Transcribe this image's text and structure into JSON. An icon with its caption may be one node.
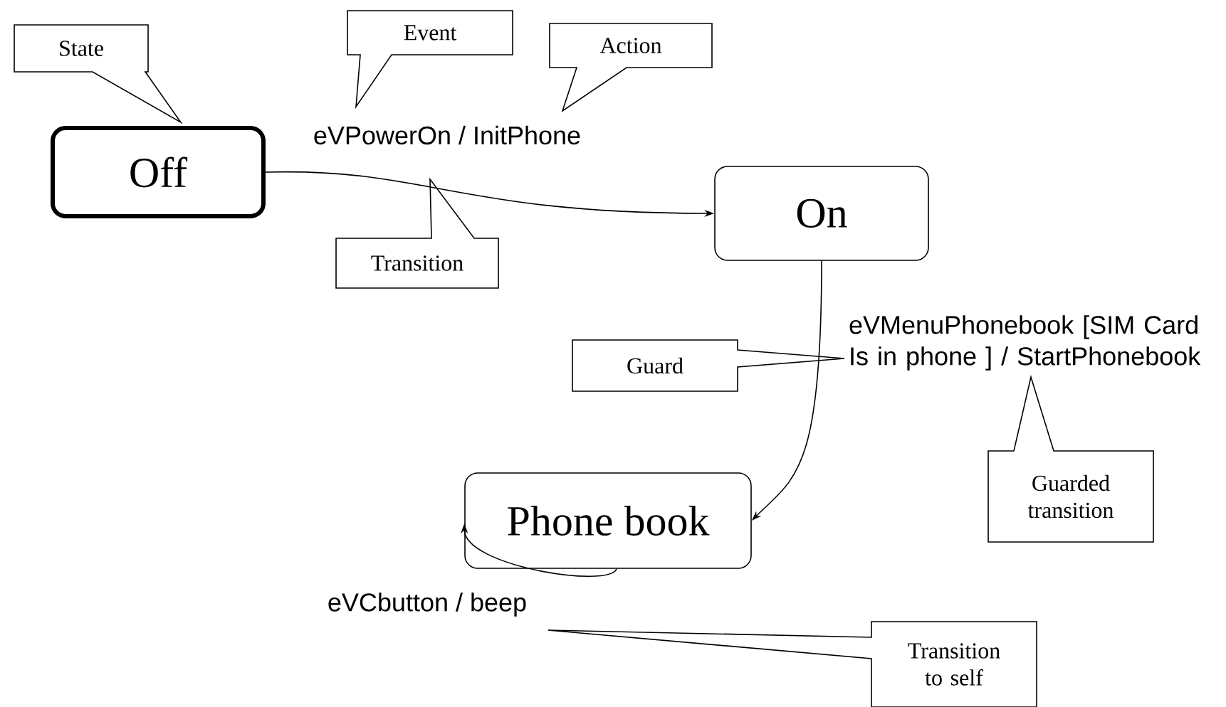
{
  "diagram": {
    "nodes": [
      {
        "text": [
          "Off"
        ]
      },
      {
        "text": [
          "On"
        ]
      },
      {
        "text": [
          "Phone book"
        ]
      },
      {
        "text": [
          "State"
        ]
      },
      {
        "text": [
          "Event"
        ]
      },
      {
        "text": [
          "Action"
        ]
      },
      {
        "text": [
          "Transition"
        ]
      },
      {
        "text": [
          "Guard"
        ]
      },
      {
        "text": [
          "Guarded transition"
        ]
      },
      {
        "text": [
          "Transition to self"
        ]
      }
    ],
    "edges": [
      {
        "from": 0,
        "to": 1,
        "arrow": "to",
        "label": "eVPowerOn / InitPhone"
      },
      {
        "from": 1,
        "to": 2,
        "arrow": "to",
        "label": "eVMenuPhonebook [SIM Card Is in phone ] / StartPhonebook"
      },
      {
        "from": 2,
        "to": 2,
        "arrow": "to",
        "label": "eVCbutton / beep"
      }
    ]
  }
}
